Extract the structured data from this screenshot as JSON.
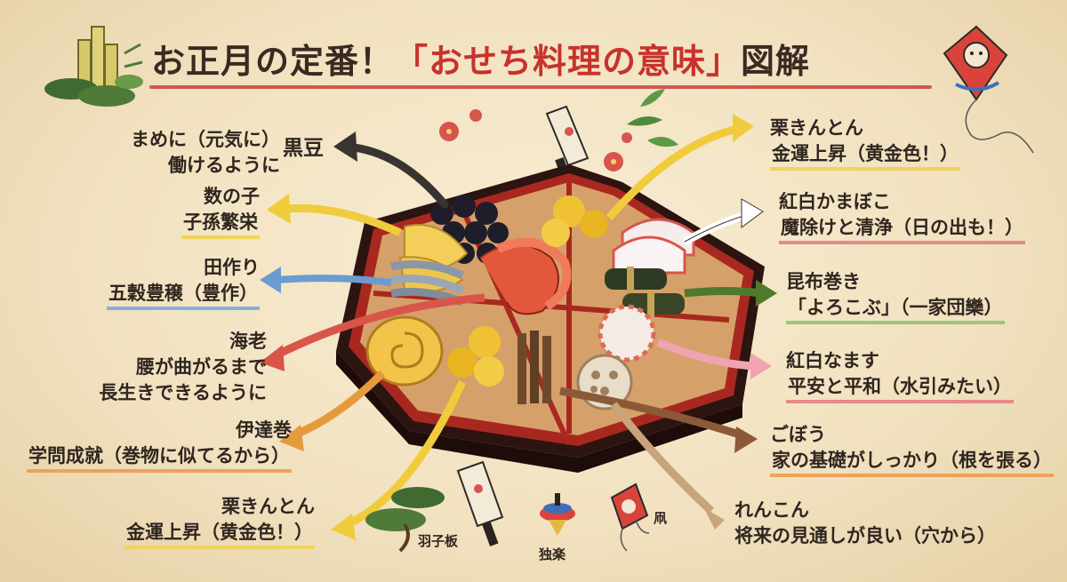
{
  "title": {
    "part1": "お正月の定番！",
    "part2": "「おせち料理の意味」",
    "part3": "図解"
  },
  "labels": {
    "kuromame": {
      "meaning_line1": "まめに（元気に）",
      "meaning_line2": "働けるように",
      "name": "黒豆"
    },
    "kazunoko": {
      "name": "数の子",
      "meaning": "子孫繁栄"
    },
    "tazukuri": {
      "name": "田作り",
      "meaning": "五穀豊穣（豊作）"
    },
    "ebi": {
      "name": "海老",
      "meaning_line1": "腰が曲がるまで",
      "meaning_line2": "長生きできるように"
    },
    "datemaki": {
      "name": "伊達巻",
      "meaning": "学問成就（巻物に似てるから）"
    },
    "kurikinton_left": {
      "name": "栗きんとん",
      "meaning": "金運上昇（黄金色！）"
    },
    "kurikinton_right": {
      "name": "栗きんとん",
      "meaning": "金運上昇（黄金色！）"
    },
    "kamaboko": {
      "name": "紅白かまぼこ",
      "meaning": "魔除けと清浄（日の出も！）"
    },
    "kobumaki": {
      "name": "昆布巻き",
      "meaning": "「よろこぶ」（一家団欒）"
    },
    "namasu": {
      "name": "紅白なます",
      "meaning": "平安と平和（水引みたい）"
    },
    "gobo": {
      "name": "ごぼう",
      "meaning": "家の基礎がしっかり（根を張る）"
    },
    "renkon": {
      "name": "れんこん",
      "meaning": "将来の見通しが良い（穴から）"
    }
  },
  "toys": {
    "hagoita": "羽子板",
    "koma": "独楽",
    "tako": "凧"
  },
  "colors": {
    "title_accent": "#c8322c",
    "box_lacquer": "#3b1d18",
    "box_red": "#a8281f",
    "arrow_black": "#3a3430",
    "arrow_yellow": "#f0cc3c",
    "arrow_blue": "#6c9bd0",
    "arrow_red": "#d9554a",
    "arrow_orange": "#e59a3c",
    "arrow_green": "#4f7a2c",
    "arrow_pink": "#f0a3b0",
    "arrow_brown": "#8a5a38",
    "arrow_tan": "#c9a37a"
  }
}
